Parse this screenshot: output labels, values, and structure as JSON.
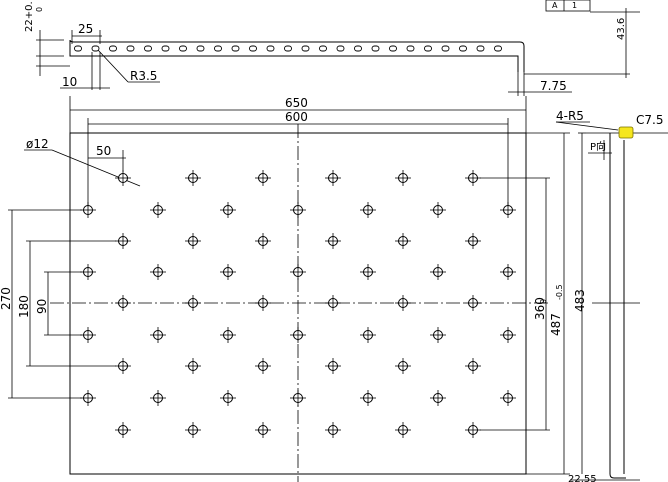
{
  "dimensions": {
    "top_tol": "22+0.",
    "top_tol_sub": "0",
    "slot_pitch": "25",
    "slot_edge": "10",
    "slot_radius": "R3.5",
    "right_height": "43.6",
    "right_offset": "7.75",
    "width_overall": "650",
    "width_holes": "600",
    "hole_dia": "ø12",
    "hole_offset": "50",
    "height_270": "270",
    "height_180": "180",
    "height_90": "90",
    "height_360": "360",
    "height_487": "487",
    "height_487_tol_top": "0",
    "height_487_tol_bot": "-0.5",
    "height_483": "483",
    "corner_radius": "4-R5",
    "chamfer": "C7.5",
    "view_label": "P向",
    "bottom_partial": "22.55"
  },
  "titleblock": {
    "a": "A",
    "b": "1"
  },
  "colors": {
    "line": "#000000",
    "highlight": "#f5e61e"
  }
}
